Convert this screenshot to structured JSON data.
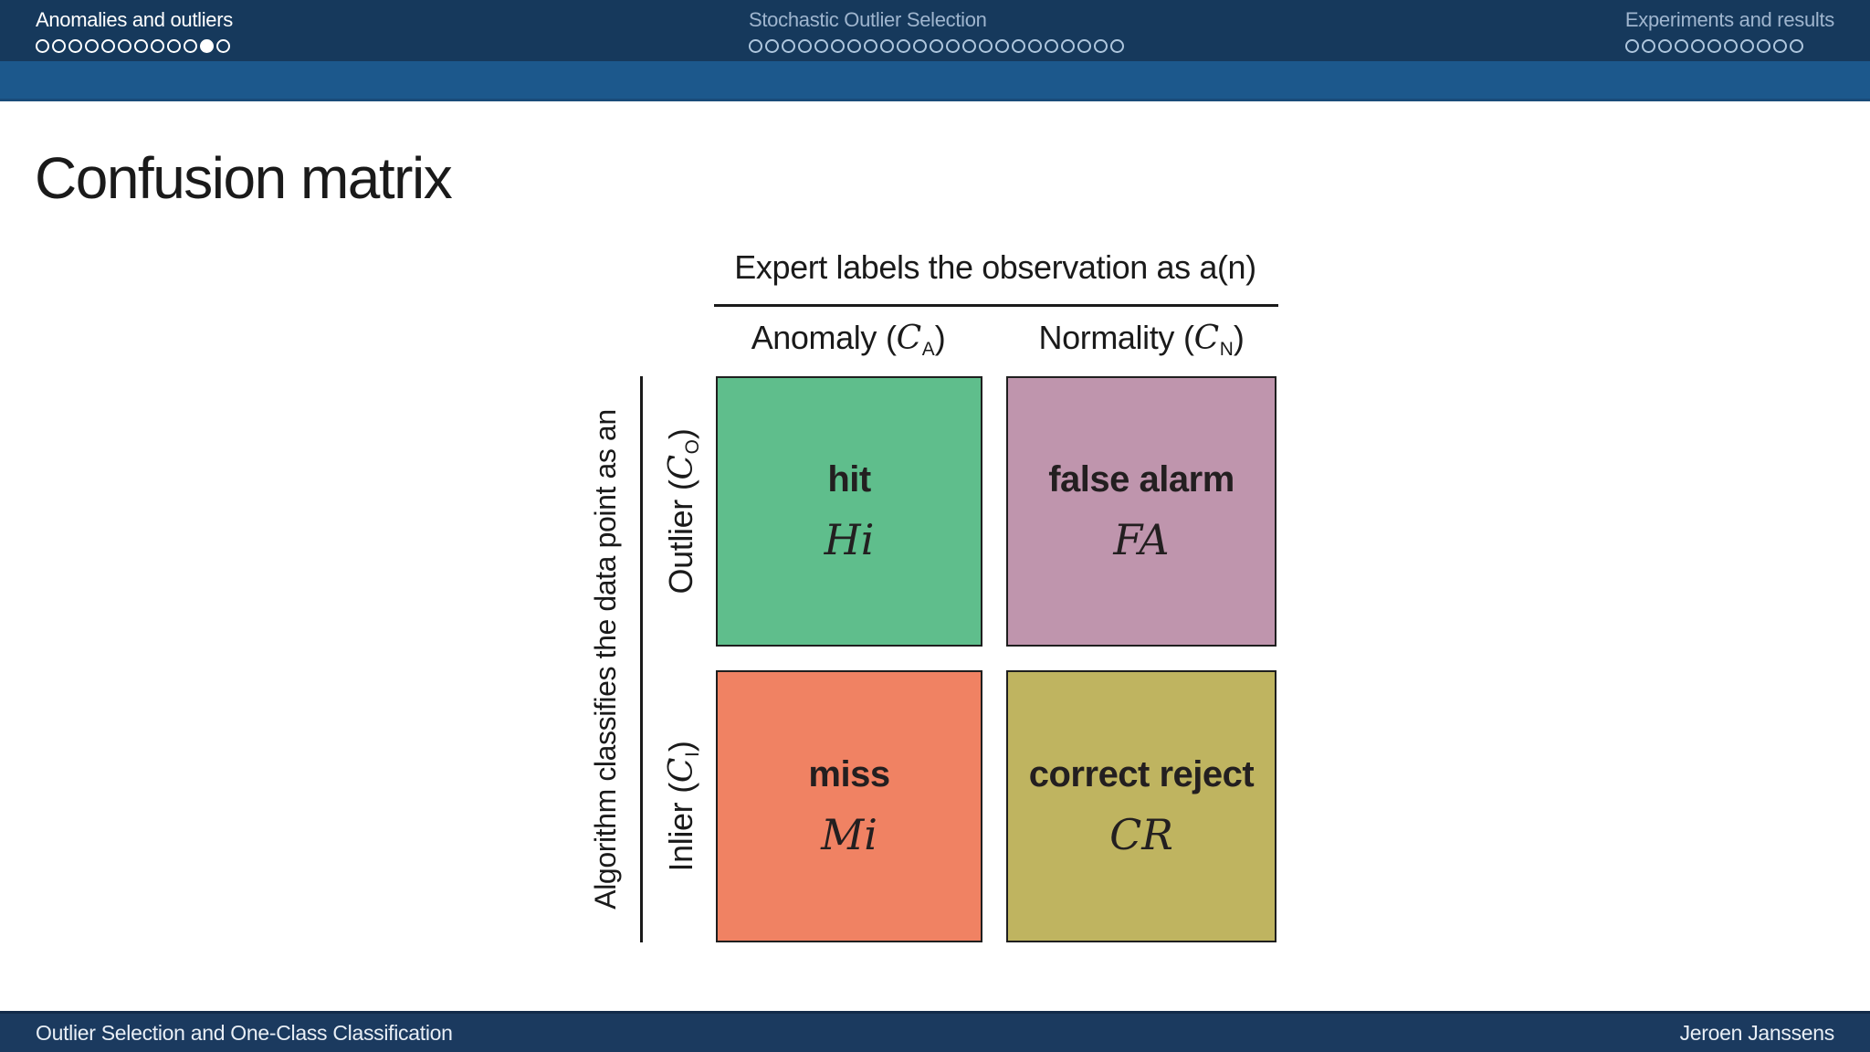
{
  "nav": {
    "sections": [
      {
        "title": "Anomalies and outliers",
        "active": true,
        "dots_total": 12,
        "dots_filled_index": 11
      },
      {
        "title": "Stochastic Outlier Selection",
        "active": false,
        "dots_total": 23,
        "dots_filled_index": 0
      },
      {
        "title": "Experiments and results",
        "active": false,
        "dots_total": 11,
        "dots_filled_index": 0
      }
    ]
  },
  "slide": {
    "title": "Confusion matrix",
    "matrix": {
      "expert_label": "Expert labels the observation as a(n)",
      "algorithm_label": "Algorithm classifies the data point as an",
      "columns": [
        {
          "name": "Anomaly",
          "open": "(",
          "symbol": "C",
          "sub": "A",
          "close": ")"
        },
        {
          "name": "Normality",
          "open": "(",
          "symbol": "C",
          "sub": "N",
          "close": ")"
        }
      ],
      "rows": [
        {
          "name": "Outlier",
          "open": "(",
          "symbol": "C",
          "sub": "O",
          "close": ")"
        },
        {
          "name": "Inlier",
          "open": "(",
          "symbol": "C",
          "sub": "I",
          "close": ")"
        }
      ],
      "cells": [
        {
          "label": "hit",
          "abbr": "Hi",
          "color": "#5FBE8C"
        },
        {
          "label": "false alarm",
          "abbr": "FA",
          "color": "#BF95AD"
        },
        {
          "label": "miss",
          "abbr": "Mi",
          "color": "#F08263"
        },
        {
          "label": "correct reject",
          "abbr": "CR",
          "color": "#BFB460"
        }
      ]
    }
  },
  "footer": {
    "left": "Outlier Selection and One-Class Classification",
    "right": "Jeroen Janssens"
  },
  "colors": {
    "navbar_bg": "#16395C",
    "subbar_bg": "#1C588C",
    "subbar_edge": "#194B79",
    "footer_bg": "#1B3A5F",
    "footer_edge": "#122B4A",
    "nav_active": "#FFFFFF",
    "nav_inactive": "#9FB5CE",
    "dot_inactive": "#AEC6DD",
    "ink": "#1A1A1A",
    "slide_bg": "#FFFFFF"
  }
}
